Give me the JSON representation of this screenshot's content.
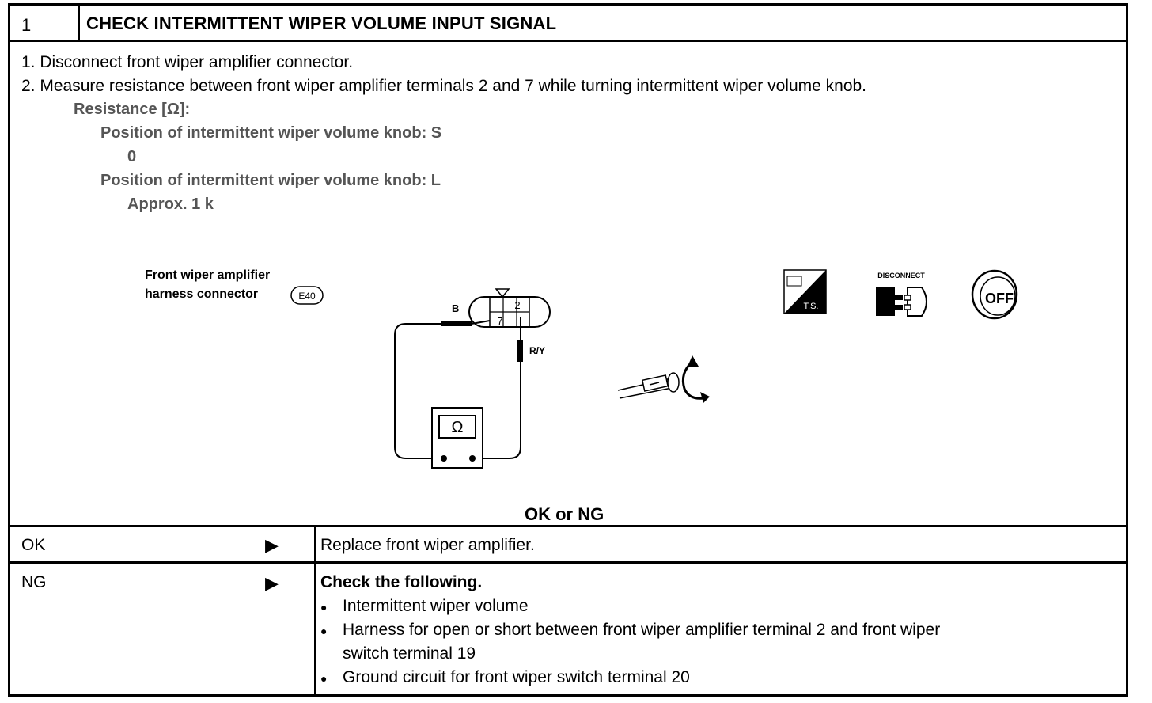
{
  "header": {
    "step_number": "1",
    "title": "CHECK INTERMITTENT WIPER VOLUME INPUT SIGNAL"
  },
  "procedure": {
    "step1": "1. Disconnect front wiper amplifier connector.",
    "step2": "2. Measure resistance between front wiper amplifier terminals 2 and 7 while turning intermittent wiper volume knob.",
    "resistance_label": "Resistance [Ω]:",
    "position_s": "Position of intermittent wiper volume knob: S",
    "value_s": "0",
    "position_l": "Position of intermittent wiper volume knob: L",
    "value_l": "Approx. 1 k"
  },
  "diagram": {
    "connector_label_line1": "Front wiper amplifier",
    "connector_label_line2": "harness connector",
    "connector_id": "E40",
    "wire_b": "B",
    "wire_ry": "R/Y",
    "terminal_2": "2",
    "terminal_7": "7",
    "meter_symbol": "Ω",
    "ts_label": "T.S.",
    "disconnect_label": "DISCONNECT",
    "off_label": "OFF"
  },
  "result_prompt": "OK or NG",
  "results": {
    "ok": {
      "label": "OK",
      "arrow": "▶",
      "action": "Replace front wiper amplifier."
    },
    "ng": {
      "label": "NG",
      "arrow": "▶",
      "action_title": "Check the following.",
      "bullet": "●",
      "items": [
        "Intermittent wiper volume",
        "Harness for open or short between front wiper amplifier terminal 2 and front wiper",
        "switch terminal 19",
        "Ground circuit for front wiper switch terminal 20"
      ]
    }
  }
}
